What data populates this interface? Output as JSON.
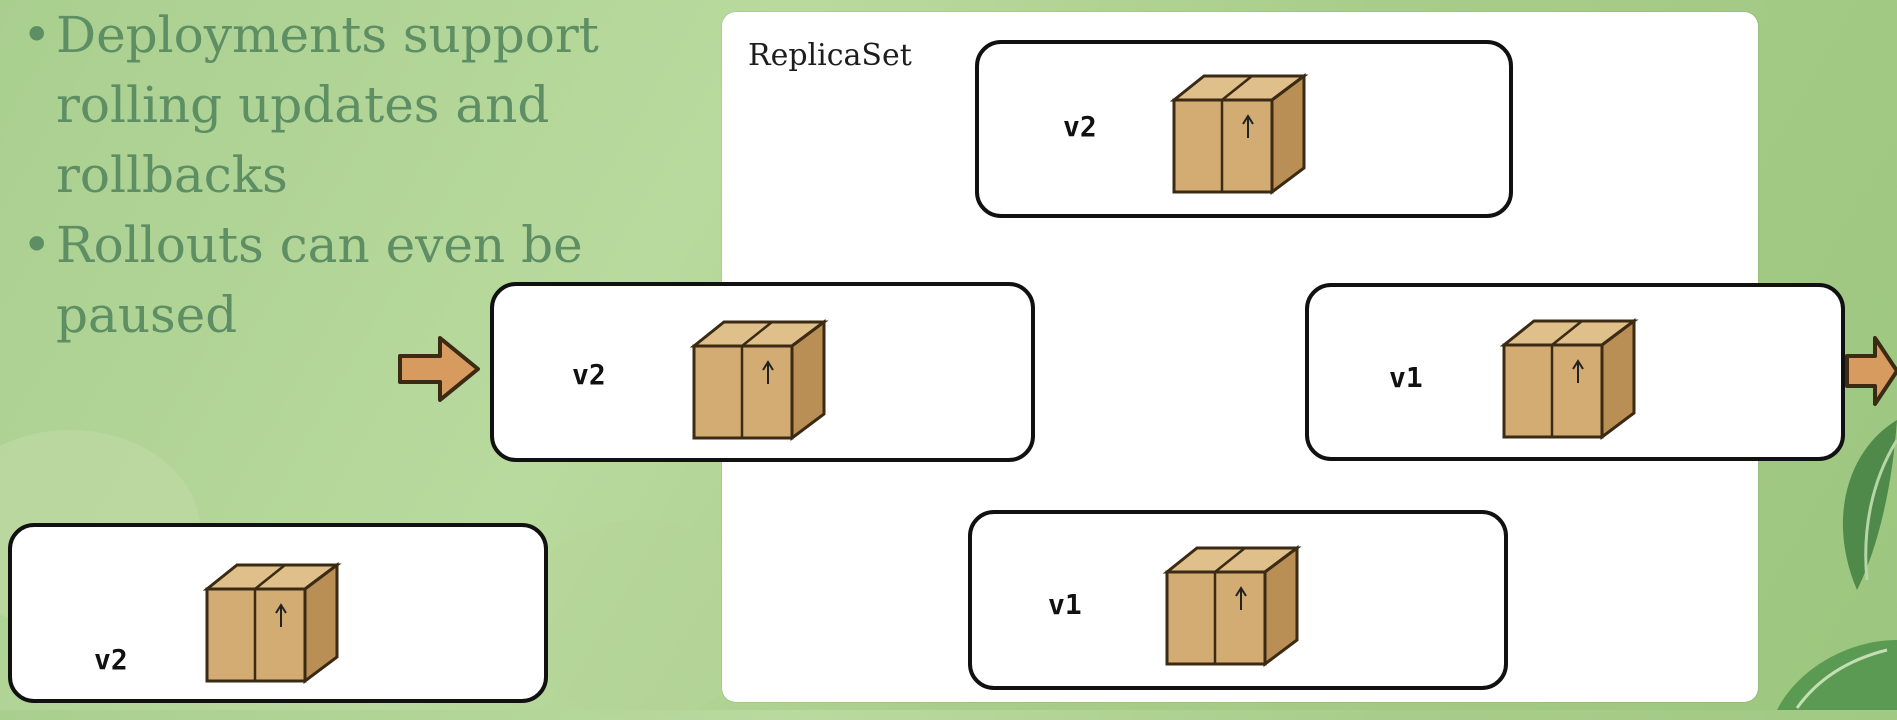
{
  "bullets": [
    "Deployments support rolling updates and rollbacks",
    "Rollouts can even be paused"
  ],
  "replicaset_label": "ReplicaSet",
  "pods": {
    "top": {
      "version": "v2",
      "icon": "package-box-icon"
    },
    "left": {
      "version": "v2",
      "icon": "package-box-icon"
    },
    "right": {
      "version": "v1",
      "icon": "package-box-icon"
    },
    "bottom": {
      "version": "v1",
      "icon": "package-box-icon"
    },
    "outside": {
      "version": "v2",
      "icon": "package-box-icon"
    }
  },
  "arrows": {
    "incoming": "arrow-right-icon",
    "outgoing": "arrow-right-icon"
  },
  "colors": {
    "background": "#a9cf8f",
    "bullet_text": "#5e8e63",
    "box_cardboard": "#d2ac72",
    "arrow_fill": "#d79a5f"
  }
}
